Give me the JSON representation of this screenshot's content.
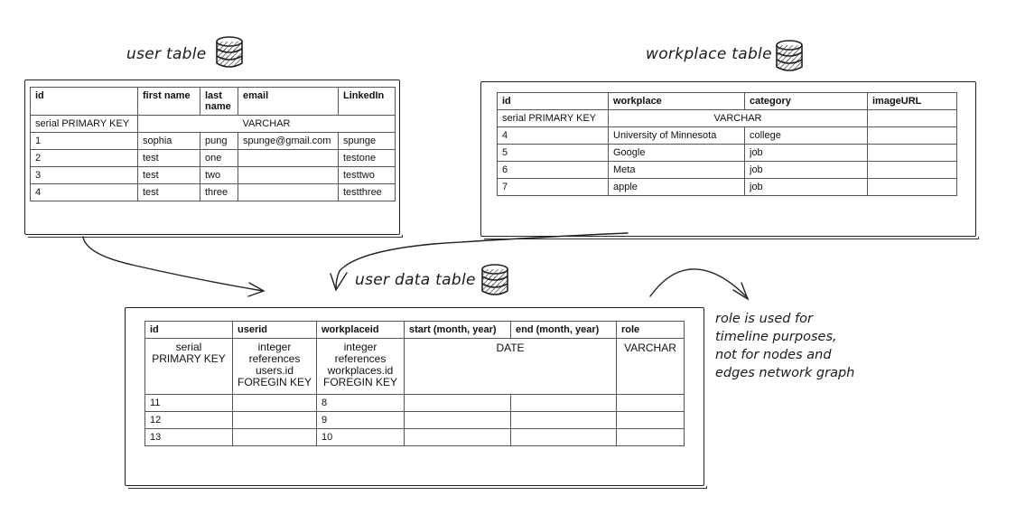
{
  "labels": {
    "user_table": "user table",
    "workplace_table": "workplace table",
    "user_data_table": "user data table"
  },
  "note": {
    "lines": [
      "role is used for",
      "timeline purposes,",
      "not for nodes and",
      "edges network graph"
    ]
  },
  "icons": {
    "database": "database-icon"
  },
  "user_table": {
    "headers": [
      "id",
      "first name",
      "last\nname",
      "email",
      "LinkedIn"
    ],
    "type_row": {
      "id": "serial PRIMARY KEY",
      "rest": "VARCHAR"
    },
    "rows": [
      [
        "1",
        "sophia",
        "pung",
        "spunge@gmail.com",
        "spunge"
      ],
      [
        "2",
        "test",
        "one",
        "",
        "testone"
      ],
      [
        "3",
        "test",
        "two",
        "",
        "testtwo"
      ],
      [
        "4",
        "test",
        "three",
        "",
        "testthree"
      ]
    ]
  },
  "workplace_table": {
    "headers": [
      "id",
      "workplace",
      "category",
      "imageURL"
    ],
    "type_row": {
      "id": "serial PRIMARY KEY",
      "rest": "VARCHAR"
    },
    "rows": [
      [
        "4",
        "University of Minnesota",
        "college",
        ""
      ],
      [
        "5",
        "Google",
        "job",
        ""
      ],
      [
        "6",
        "Meta",
        "job",
        ""
      ],
      [
        "7",
        "apple",
        "job",
        ""
      ]
    ]
  },
  "user_data_table": {
    "headers": [
      "id",
      "userid",
      "workplaceid",
      "start (month, year)",
      "end (month, year)",
      "role"
    ],
    "type_row": {
      "id": "serial\nPRIMARY KEY",
      "userid": "integer\nreferences\nusers.id\nFOREGIN KEY",
      "workplaceid": "integer\nreferences\nworkplaces.id\nFOREGIN KEY",
      "dates": "DATE",
      "role": "VARCHAR"
    },
    "rows": [
      [
        "11",
        "",
        "8",
        "",
        "",
        ""
      ],
      [
        "12",
        "",
        "9",
        "",
        "",
        ""
      ],
      [
        "13",
        "",
        "10",
        "",
        "",
        ""
      ]
    ]
  }
}
